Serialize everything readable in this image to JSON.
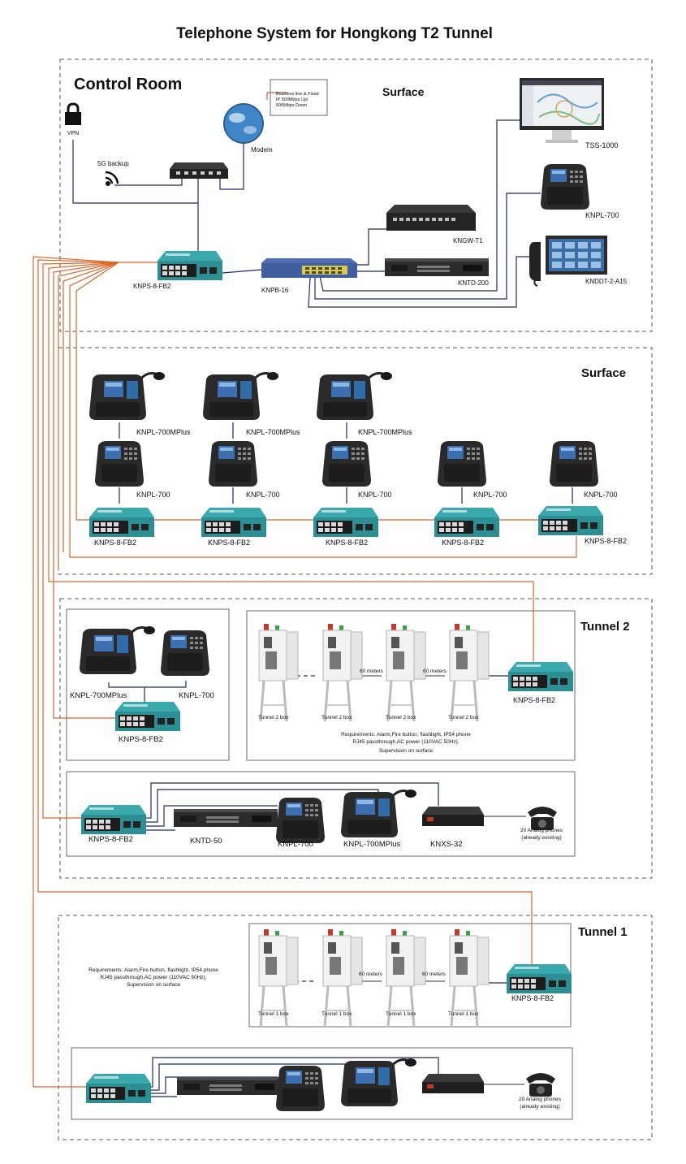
{
  "title": "Telephone System for Hongkong T2 Tunnel",
  "colors": {
    "orange": "#d9682b",
    "navy": "#1f2a6b",
    "dash": "#555555",
    "box": "#6b6b6b",
    "teal": "#2a9ca0"
  },
  "sections": {
    "control_room": "Control Room",
    "surface_1": "Surface",
    "surface_2": "Surface",
    "tunnel_2": "Tunnel 2",
    "tunnel_1": "Tunnel 1"
  },
  "control_room": {
    "vpn": "VPN",
    "backup": "5G backup",
    "isp_note": [
      "Business line & Fixed",
      "IP 500Mbps Up/",
      "500Mbps Down"
    ],
    "modem": "Modem",
    "switch": "KNPS-8-FB2",
    "patch": "KNPB-16",
    "gateway": "KNGW-T1",
    "trunk": "KNTD-200",
    "server": "TSS-1000",
    "phone": "KNPL-700",
    "dispatch": "KNDDT-2-A15"
  },
  "surface_row": {
    "desk_phone": "KNPL-700MPlus",
    "ip_phone": "KNPL-700",
    "switch": "KNPS-8-FB2"
  },
  "tunnel2": {
    "desk_phone": "KNPL-700MPlus",
    "ip_phone": "KNPL-700",
    "switch": "KNPS-8-FB2",
    "box_label": "Tunnel 2 box",
    "distance": "60 meters",
    "requirements": [
      "Requirements: Alarm,Fire button, flashlight, IP54 phone",
      "RJ45 passthrough,AC power (110VAC 50Hz).",
      "Supervision on surface"
    ],
    "bottom": {
      "switch": "KNPS-8-FB2",
      "trunk": "KNTD-50",
      "phone": "KNPL-700",
      "desk_phone": "KNPL-700MPlus",
      "exchange": "KNXS-32",
      "analog": [
        "20 Analog phones",
        "(already existing)"
      ]
    }
  },
  "tunnel1": {
    "box_label": "Tunnel 1 box",
    "distance": "60 meters",
    "switch": "KNPS-8-FB2",
    "requirements": [
      "Requirements: Alarm,Fire button, flashlight, IP54 phone",
      "RJ45 passthrough,AC power (110VAC 50Hz).",
      "Supervision on surface"
    ],
    "analog": [
      "20 Analog phones",
      "(already existing)"
    ]
  }
}
